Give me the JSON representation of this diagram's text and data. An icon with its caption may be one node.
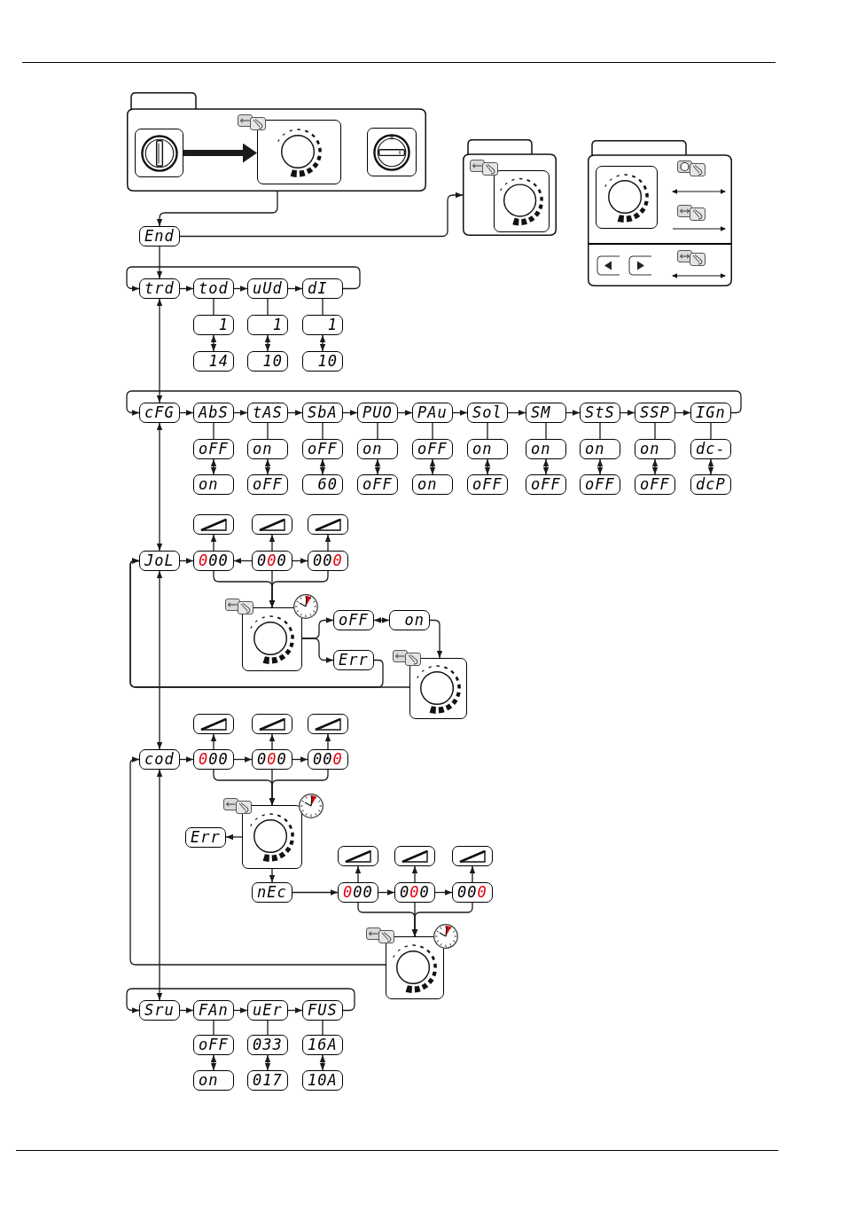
{
  "diagram": {
    "nodes": [
      {
        "text": [],
        "shape": "box"
      },
      {
        "text": [],
        "shape": "box",
        "in": 0
      },
      {
        "text": [],
        "shape": "box",
        "in": 0
      },
      {
        "text": [],
        "shape": "box",
        "in": 0
      },
      {
        "text": [
          "End"
        ]
      },
      {
        "text": [],
        "shape": "box"
      },
      {
        "text": [],
        "shape": "box",
        "in": 5
      },
      {
        "text": [],
        "shape": "box"
      },
      {
        "text": [],
        "shape": "box",
        "in": 7
      },
      {
        "text": [
          "trd"
        ]
      },
      {
        "text": [
          "tod"
        ]
      },
      {
        "text": [
          "uUd"
        ]
      },
      {
        "text": [
          "dI"
        ]
      },
      {
        "text": [
          "1"
        ]
      },
      {
        "text": [
          "1"
        ]
      },
      {
        "text": [
          "1"
        ]
      },
      {
        "text": [
          "14"
        ]
      },
      {
        "text": [
          "10"
        ]
      },
      {
        "text": [
          "10"
        ]
      },
      {
        "text": [
          "cFG"
        ]
      },
      {
        "text": [
          "AbS"
        ]
      },
      {
        "text": [
          "tAS"
        ]
      },
      {
        "text": [
          "SbA"
        ]
      },
      {
        "text": [
          "PUO"
        ]
      },
      {
        "text": [
          "PAu"
        ]
      },
      {
        "text": [
          "Sol"
        ]
      },
      {
        "text": [
          "SM"
        ]
      },
      {
        "text": [
          "StS"
        ]
      },
      {
        "text": [
          "SSP"
        ]
      },
      {
        "text": [
          "IGn"
        ]
      },
      {
        "text": [
          "oFF"
        ]
      },
      {
        "text": [
          "on"
        ]
      },
      {
        "text": [
          "oFF"
        ]
      },
      {
        "text": [
          "on"
        ]
      },
      {
        "text": [
          "oFF"
        ]
      },
      {
        "text": [
          "on"
        ]
      },
      {
        "text": [
          "on"
        ]
      },
      {
        "text": [
          "on"
        ]
      },
      {
        "text": [
          "on"
        ]
      },
      {
        "text": [
          "dc-"
        ]
      },
      {
        "text": [
          "on"
        ]
      },
      {
        "text": [
          "oFF"
        ]
      },
      {
        "text": [
          "60"
        ]
      },
      {
        "text": [
          "oFF"
        ]
      },
      {
        "text": [
          "on"
        ]
      },
      {
        "text": [
          "oFF"
        ]
      },
      {
        "text": [
          "oFF"
        ]
      },
      {
        "text": [
          "oFF"
        ]
      },
      {
        "text": [
          "oFF"
        ]
      },
      {
        "text": [
          "dcP"
        ]
      },
      {
        "text": [],
        "shape": "box"
      },
      {
        "text": [],
        "shape": "box"
      },
      {
        "text": [],
        "shape": "box"
      },
      {
        "text": [
          "JoL"
        ]
      },
      {
        "text": [
          "000"
        ]
      },
      {
        "text": [
          "000"
        ]
      },
      {
        "text": [
          "000"
        ]
      },
      {
        "text": [],
        "shape": "box"
      },
      {
        "text": [
          "oFF"
        ]
      },
      {
        "text": [
          "on"
        ]
      },
      {
        "text": [
          "Err"
        ]
      },
      {
        "text": [],
        "shape": "box"
      },
      {
        "text": [],
        "shape": "box"
      },
      {
        "text": [],
        "shape": "box"
      },
      {
        "text": [],
        "shape": "box"
      },
      {
        "text": [
          "cod"
        ]
      },
      {
        "text": [
          "000"
        ]
      },
      {
        "text": [
          "000"
        ]
      },
      {
        "text": [
          "000"
        ]
      },
      {
        "text": [],
        "shape": "box"
      },
      {
        "text": [
          "Err"
        ]
      },
      {
        "text": [],
        "shape": "box"
      },
      {
        "text": [],
        "shape": "box"
      },
      {
        "text": [],
        "shape": "box"
      },
      {
        "text": [
          "nEc"
        ]
      },
      {
        "text": [
          "000"
        ]
      },
      {
        "text": [
          "000"
        ]
      },
      {
        "text": [
          "000"
        ]
      },
      {
        "text": [],
        "shape": "box"
      },
      {
        "text": [
          "Sru"
        ]
      },
      {
        "text": [
          "FAn"
        ]
      },
      {
        "text": [
          "uEr"
        ]
      },
      {
        "text": [
          "FUS"
        ]
      },
      {
        "text": [
          "oFF"
        ]
      },
      {
        "text": [
          "033"
        ]
      },
      {
        "text": [
          "16A"
        ]
      },
      {
        "text": [
          "on"
        ]
      },
      {
        "text": [
          "017"
        ]
      },
      {
        "text": [
          "10A"
        ]
      }
    ],
    "edges": [
      {
        "from": 1,
        "to": 2,
        "arrow": "to",
        "style": "thick"
      },
      {
        "from": 0,
        "to": 4,
        "arrow": "to"
      },
      {
        "from": 4,
        "to": 5,
        "arrow": "to"
      },
      {
        "from": 4,
        "to": 9,
        "arrow": "to"
      },
      {
        "from": 9,
        "to": 10,
        "arrow": "to"
      },
      {
        "from": 10,
        "to": 11,
        "arrow": "to"
      },
      {
        "from": 11,
        "to": 12,
        "arrow": "to"
      },
      {
        "from": 12,
        "to": 9,
        "arrow": "to"
      },
      {
        "from": 10,
        "to": 13,
        "arrow": "none"
      },
      {
        "from": 11,
        "to": 14,
        "arrow": "none"
      },
      {
        "from": 12,
        "to": 15,
        "arrow": "none"
      },
      {
        "from": 13,
        "to": 16,
        "arrow": "both"
      },
      {
        "from": 14,
        "to": 17,
        "arrow": "both"
      },
      {
        "from": 15,
        "to": 18,
        "arrow": "both"
      },
      {
        "from": 9,
        "to": 19,
        "arrow": "both"
      },
      {
        "from": 19,
        "to": 20,
        "arrow": "to"
      },
      {
        "from": 20,
        "to": 21,
        "arrow": "to"
      },
      {
        "from": 21,
        "to": 22,
        "arrow": "to"
      },
      {
        "from": 22,
        "to": 23,
        "arrow": "to"
      },
      {
        "from": 23,
        "to": 24,
        "arrow": "to"
      },
      {
        "from": 24,
        "to": 25,
        "arrow": "to"
      },
      {
        "from": 25,
        "to": 26,
        "arrow": "to"
      },
      {
        "from": 26,
        "to": 27,
        "arrow": "to"
      },
      {
        "from": 27,
        "to": 28,
        "arrow": "to"
      },
      {
        "from": 28,
        "to": 29,
        "arrow": "to"
      },
      {
        "from": 29,
        "to": 19,
        "arrow": "to"
      },
      {
        "from": 20,
        "to": 30,
        "arrow": "none"
      },
      {
        "from": 21,
        "to": 31,
        "arrow": "none"
      },
      {
        "from": 22,
        "to": 32,
        "arrow": "none"
      },
      {
        "from": 23,
        "to": 33,
        "arrow": "none"
      },
      {
        "from": 24,
        "to": 34,
        "arrow": "none"
      },
      {
        "from": 25,
        "to": 35,
        "arrow": "none"
      },
      {
        "from": 26,
        "to": 36,
        "arrow": "none"
      },
      {
        "from": 27,
        "to": 37,
        "arrow": "none"
      },
      {
        "from": 28,
        "to": 38,
        "arrow": "none"
      },
      {
        "from": 29,
        "to": 39,
        "arrow": "none"
      },
      {
        "from": 30,
        "to": 40,
        "arrow": "both"
      },
      {
        "from": 31,
        "to": 41,
        "arrow": "both"
      },
      {
        "from": 32,
        "to": 42,
        "arrow": "both"
      },
      {
        "from": 33,
        "to": 43,
        "arrow": "both"
      },
      {
        "from": 34,
        "to": 44,
        "arrow": "both"
      },
      {
        "from": 35,
        "to": 45,
        "arrow": "both"
      },
      {
        "from": 36,
        "to": 46,
        "arrow": "both"
      },
      {
        "from": 37,
        "to": 47,
        "arrow": "both"
      },
      {
        "from": 38,
        "to": 48,
        "arrow": "both"
      },
      {
        "from": 39,
        "to": 49,
        "arrow": "both"
      },
      {
        "from": 19,
        "to": 53,
        "arrow": "both"
      },
      {
        "from": 53,
        "to": 54,
        "arrow": "to"
      },
      {
        "from": 55,
        "to": 54,
        "arrow": "to"
      },
      {
        "from": 55,
        "to": 56,
        "arrow": "to"
      },
      {
        "from": 54,
        "to": 50,
        "arrow": "to"
      },
      {
        "from": 55,
        "to": 51,
        "arrow": "to"
      },
      {
        "from": 56,
        "to": 52,
        "arrow": "to"
      },
      {
        "from": 54,
        "to": 57,
        "arrow": "to"
      },
      {
        "from": 55,
        "to": 57,
        "arrow": "to"
      },
      {
        "from": 56,
        "to": 57,
        "arrow": "to"
      },
      {
        "from": 57,
        "to": 58,
        "arrow": "to"
      },
      {
        "from": 57,
        "to": 60,
        "arrow": "to"
      },
      {
        "from": 59,
        "to": 58,
        "arrow": "both"
      },
      {
        "from": 59,
        "to": 61,
        "arrow": "to"
      },
      {
        "from": 60,
        "to": 53,
        "arrow": "to"
      },
      {
        "from": 61,
        "to": 53,
        "arrow": "to"
      },
      {
        "from": 53,
        "to": 65,
        "arrow": "both"
      },
      {
        "from": 65,
        "to": 66,
        "arrow": "to"
      },
      {
        "from": 66,
        "to": 67,
        "arrow": "to"
      },
      {
        "from": 67,
        "to": 68,
        "arrow": "to"
      },
      {
        "from": 66,
        "to": 62,
        "arrow": "to"
      },
      {
        "from": 67,
        "to": 63,
        "arrow": "to"
      },
      {
        "from": 68,
        "to": 64,
        "arrow": "to"
      },
      {
        "from": 66,
        "to": 69,
        "arrow": "to"
      },
      {
        "from": 67,
        "to": 69,
        "arrow": "to"
      },
      {
        "from": 68,
        "to": 69,
        "arrow": "to"
      },
      {
        "from": 69,
        "to": 70,
        "arrow": "to"
      },
      {
        "from": 69,
        "to": 74,
        "arrow": "to"
      },
      {
        "from": 74,
        "to": 75,
        "arrow": "to"
      },
      {
        "from": 75,
        "to": 76,
        "arrow": "to"
      },
      {
        "from": 76,
        "to": 77,
        "arrow": "to"
      },
      {
        "from": 75,
        "to": 71,
        "arrow": "to"
      },
      {
        "from": 76,
        "to": 72,
        "arrow": "to"
      },
      {
        "from": 77,
        "to": 73,
        "arrow": "to"
      },
      {
        "from": 75,
        "to": 78,
        "arrow": "to"
      },
      {
        "from": 76,
        "to": 78,
        "arrow": "to"
      },
      {
        "from": 77,
        "to": 78,
        "arrow": "to"
      },
      {
        "from": 78,
        "to": 65,
        "arrow": "to"
      },
      {
        "from": 65,
        "to": 79,
        "arrow": "both"
      },
      {
        "from": 79,
        "to": 80,
        "arrow": "to"
      },
      {
        "from": 80,
        "to": 81,
        "arrow": "to"
      },
      {
        "from": 81,
        "to": 82,
        "arrow": "to"
      },
      {
        "from": 82,
        "to": 79,
        "arrow": "to"
      },
      {
        "from": 80,
        "to": 83,
        "arrow": "none"
      },
      {
        "from": 81,
        "to": 84,
        "arrow": "none"
      },
      {
        "from": 82,
        "to": 85,
        "arrow": "none"
      },
      {
        "from": 83,
        "to": 86,
        "arrow": "both"
      },
      {
        "from": 84,
        "to": 87,
        "arrow": "both"
      },
      {
        "from": 85,
        "to": 88,
        "arrow": "both"
      }
    ]
  }
}
